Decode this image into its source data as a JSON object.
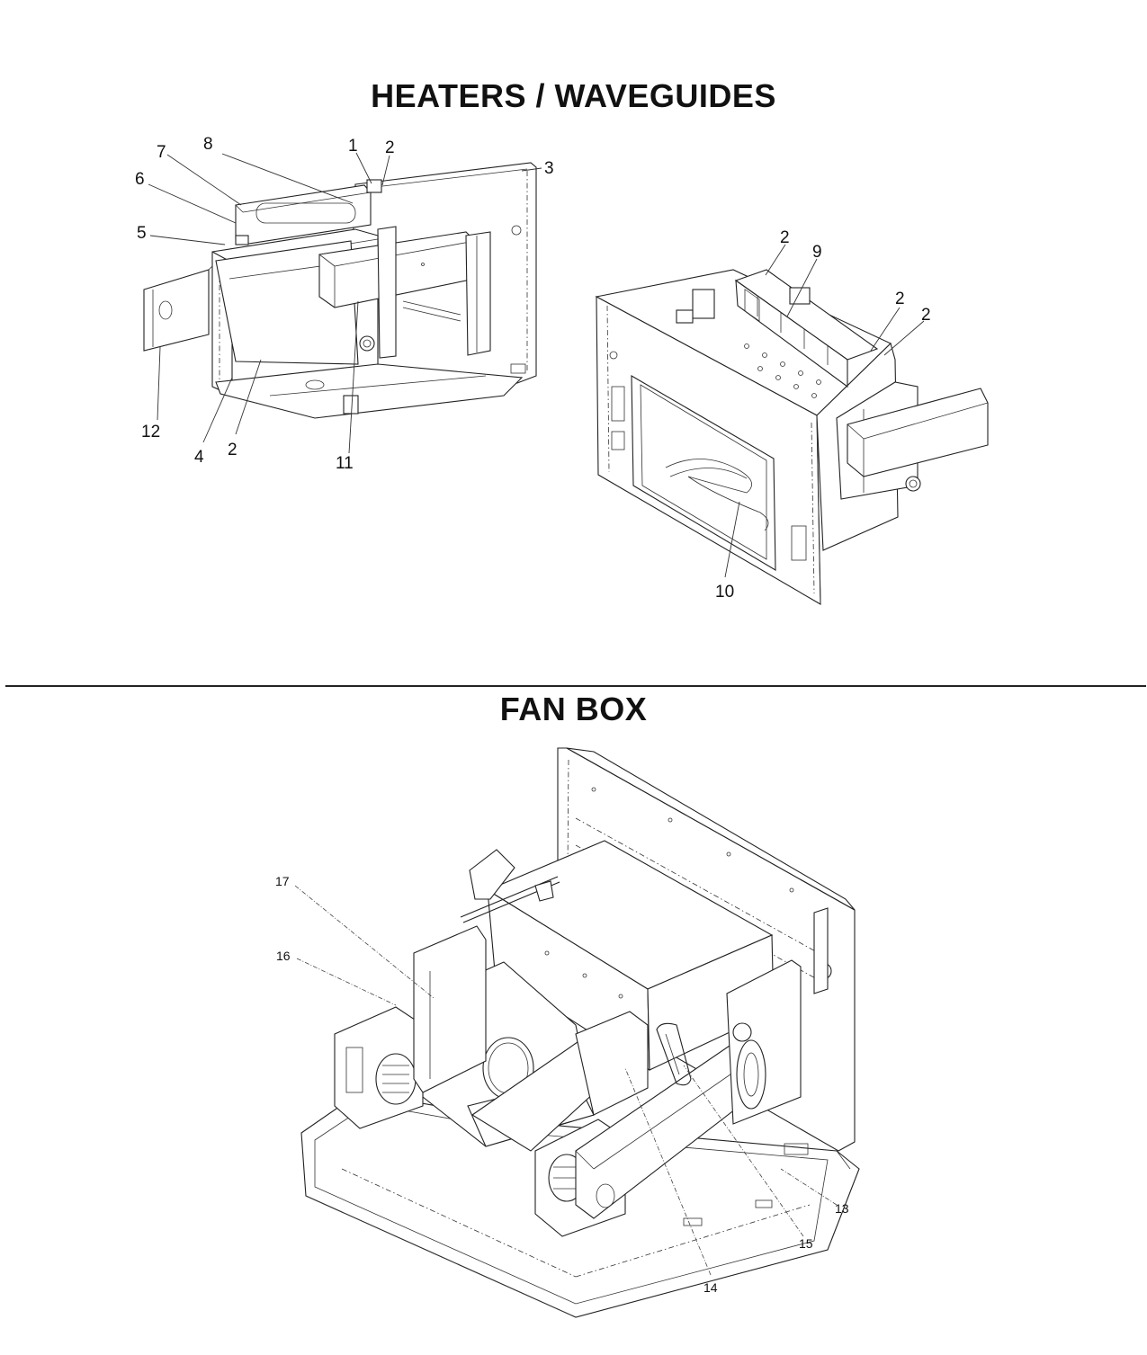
{
  "sections": {
    "heaters": {
      "title": "HEATERS / WAVEGUIDES"
    },
    "fanbox": {
      "title": "FAN BOX"
    }
  },
  "callouts": {
    "c1": "1",
    "c2a": "2",
    "c3": "3",
    "c4": "4",
    "c5": "5",
    "c6": "6",
    "c7": "7",
    "c8": "8",
    "c2b": "2",
    "c11": "11",
    "c12": "12",
    "c2c": "2",
    "c9": "9",
    "c2d": "2",
    "c2e": "2",
    "c10": "10",
    "c17": "17",
    "c16": "16",
    "c13": "13",
    "c15": "15",
    "c14": "14"
  }
}
